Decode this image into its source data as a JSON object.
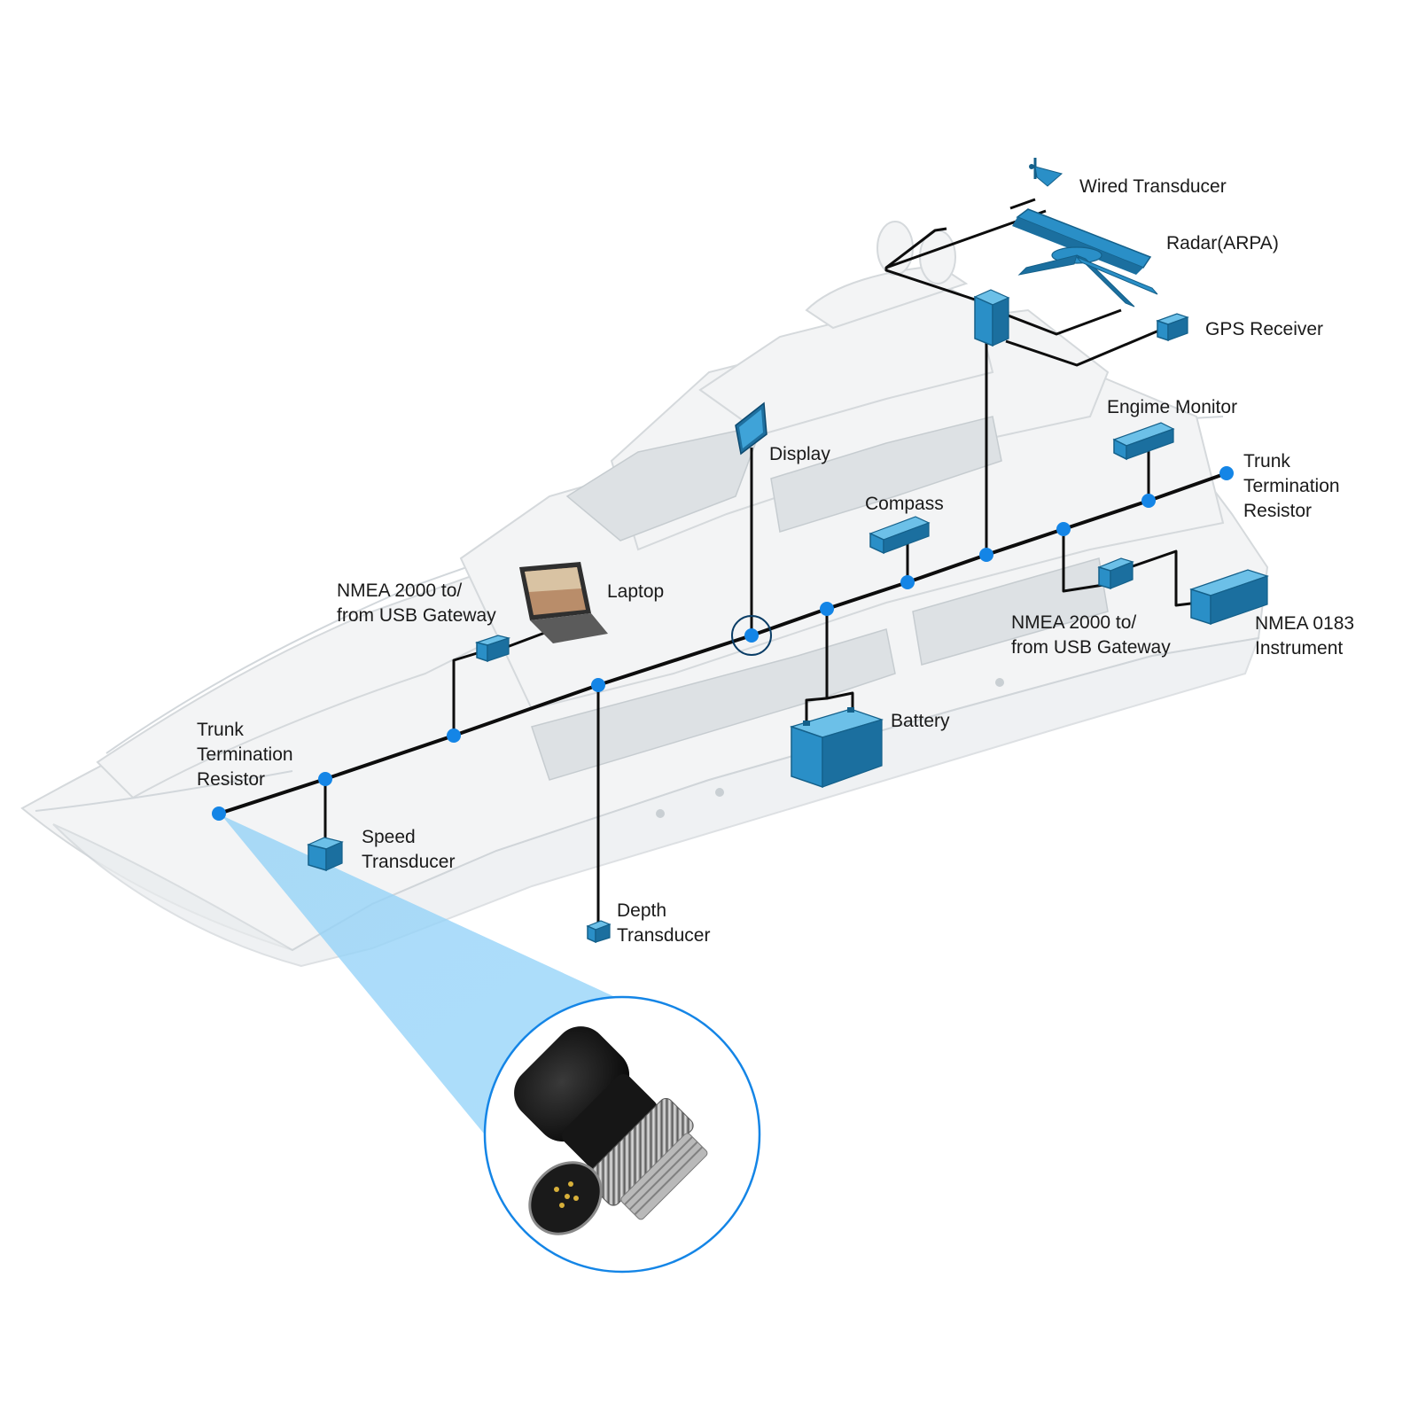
{
  "labels": {
    "wired_transducer": "Wired Transducer",
    "radar": "Radar(ARPA)",
    "gps_receiver": "GPS Receiver",
    "engine_monitor": "Engime Monitor",
    "trunk_resistor_stern": [
      "Trunk",
      "Termination",
      "Resistor"
    ],
    "display": "Display",
    "compass": "Compass",
    "laptop": "Laptop",
    "usb_gateway_bow": [
      "NMEA 2000 to/",
      "from USB Gateway"
    ],
    "usb_gateway_stern": [
      "NMEA 2000 to/",
      "from USB Gateway"
    ],
    "nmea0183_instrument": [
      "NMEA 0183",
      "Instrument"
    ],
    "battery": "Battery",
    "trunk_resistor_bow": [
      "Trunk",
      "Termination",
      "Resistor"
    ],
    "speed_transducer": [
      "Speed",
      "Transducer"
    ],
    "depth_transducer": [
      "Depth",
      "Transducer"
    ]
  },
  "colors": {
    "accent_blue": "#1485e6",
    "device_blue": "#2a8fc7",
    "bus_line": "#0d0d0d",
    "hull_white": "#f3f4f5",
    "zoom_beam": "#8fd0f6"
  },
  "icons": {
    "connector": "nmea2000-m12-connector-icon",
    "battery": "battery-icon",
    "laptop": "laptop-icon",
    "radar": "radar-antenna-icon"
  }
}
